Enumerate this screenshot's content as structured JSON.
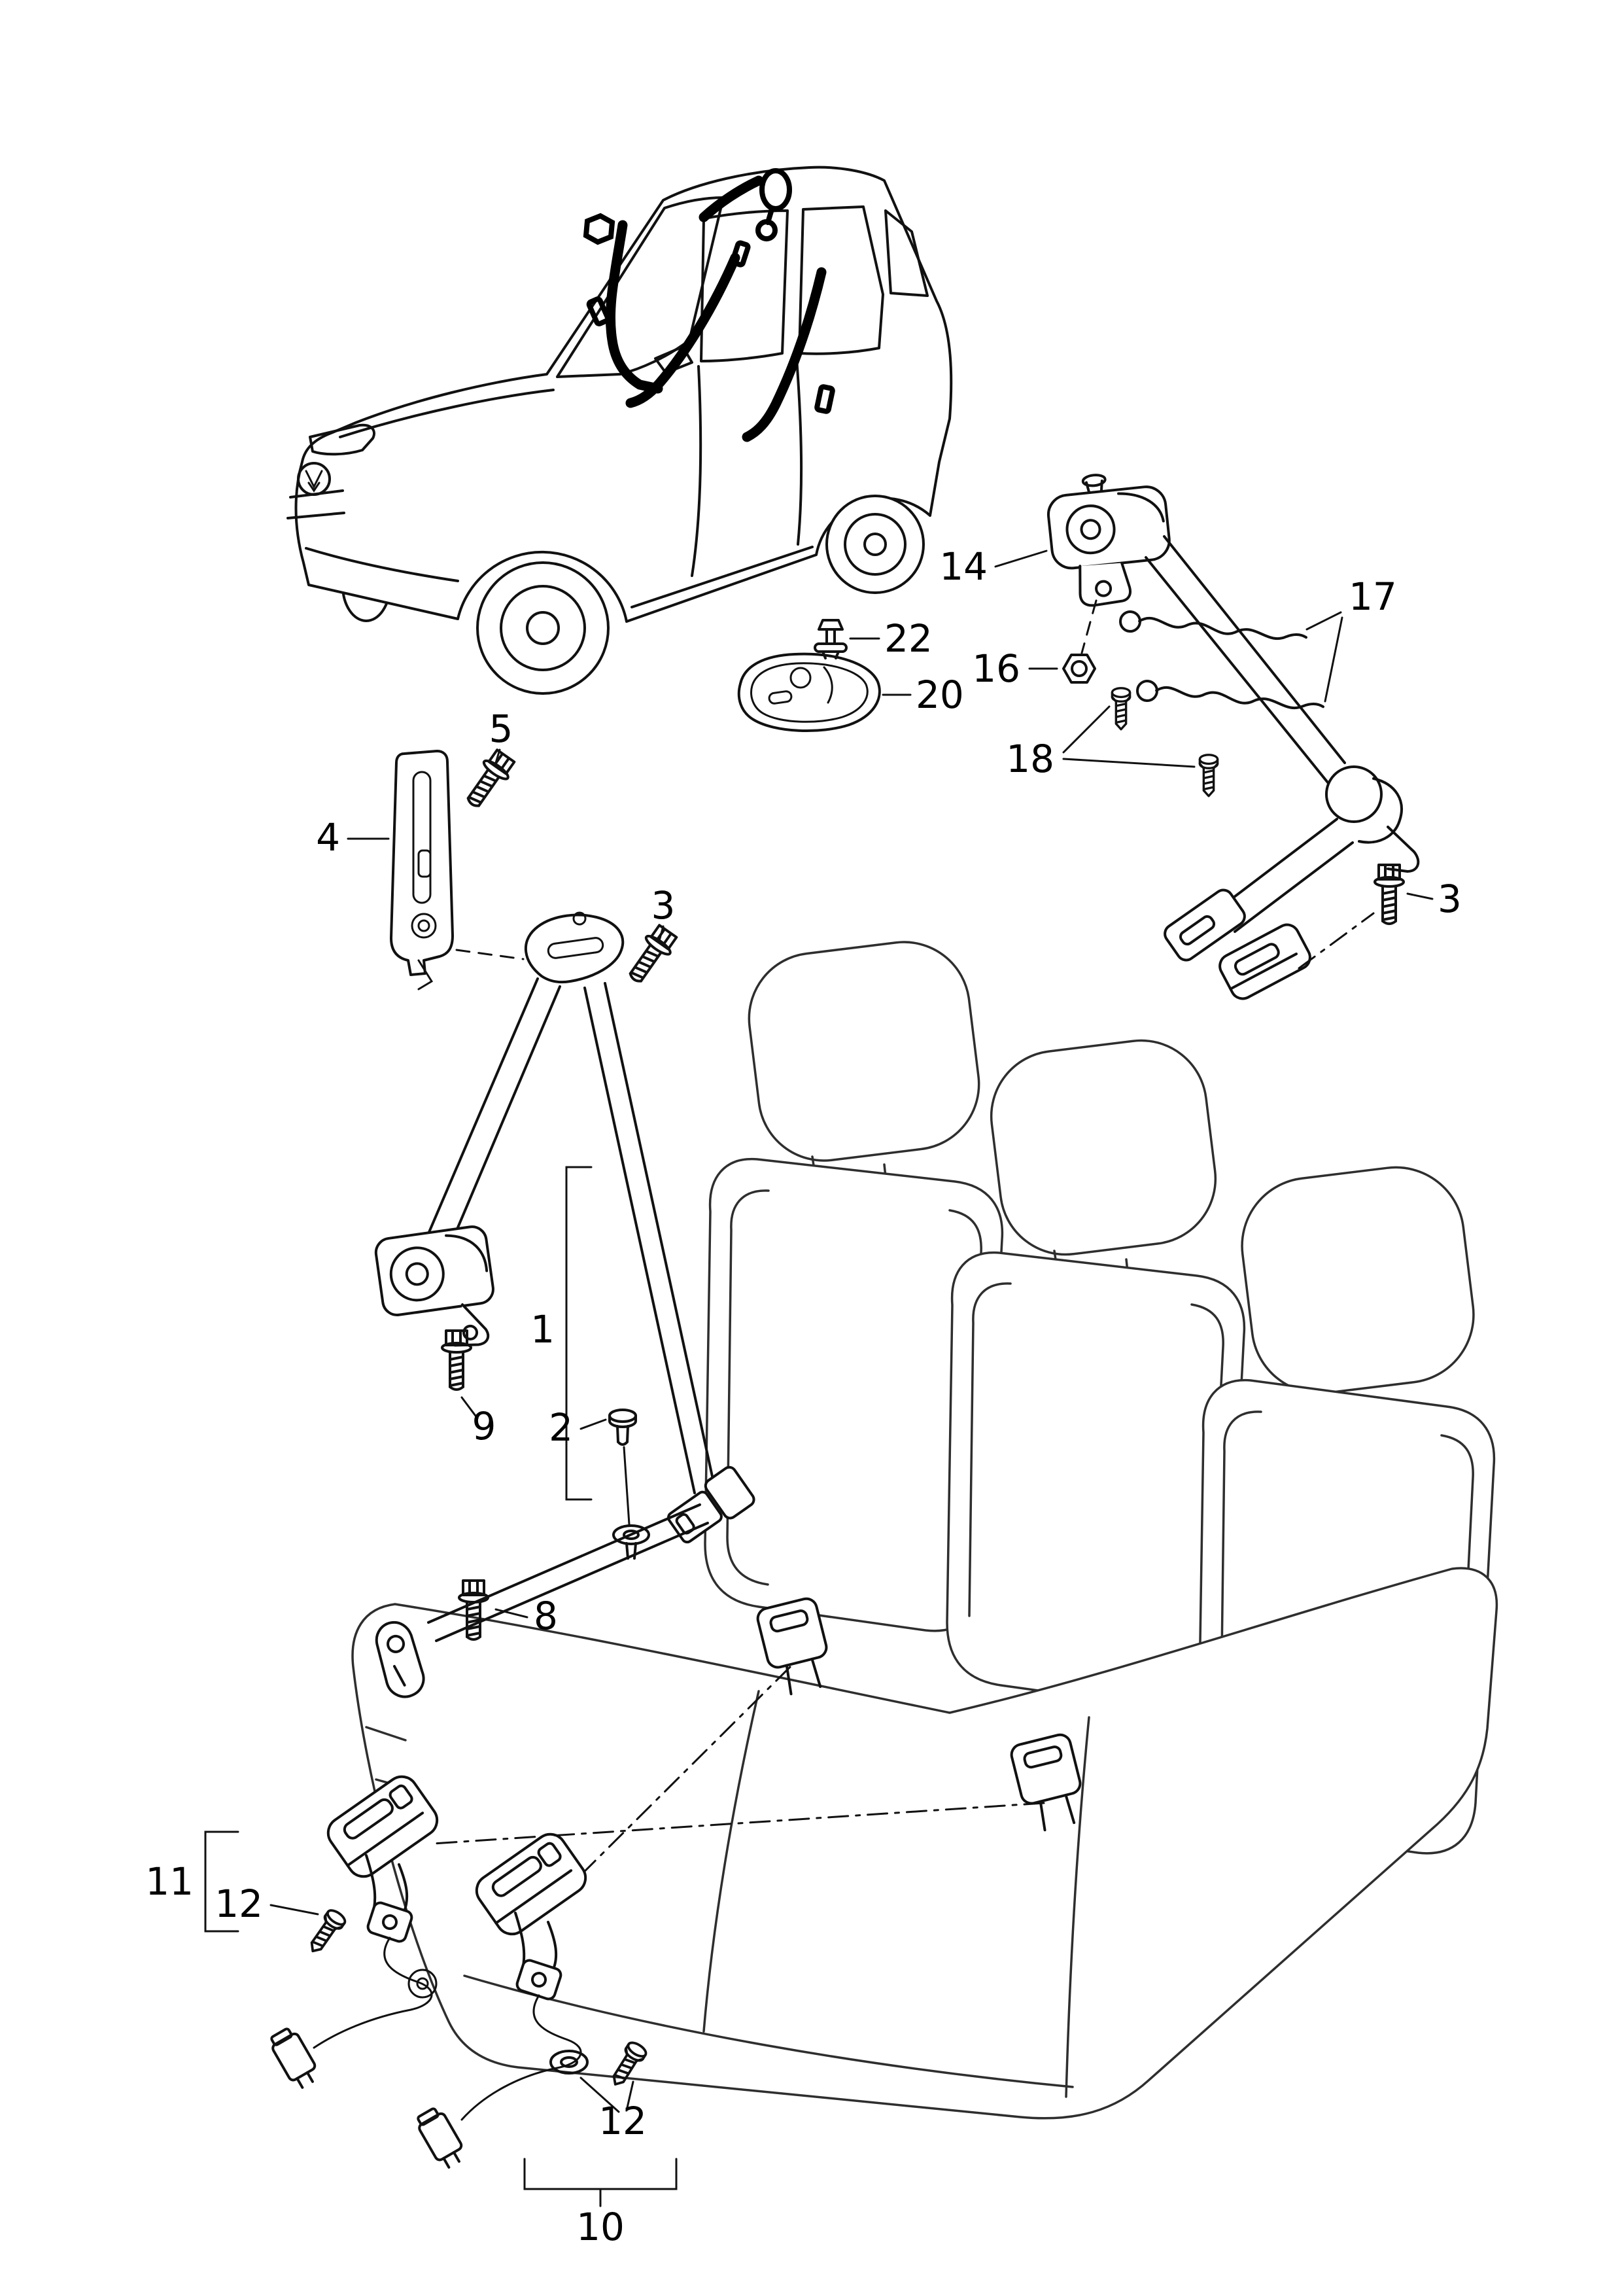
{
  "figure": {
    "kind": "exploded-parts-line-diagram",
    "background": "#ffffff"
  },
  "colors": {
    "ink": "#111111",
    "seat_line": "#2e2e2e",
    "belt_routing": "#000000"
  },
  "callouts": {
    "c1": {
      "label": "1"
    },
    "c2": {
      "label": "2"
    },
    "c3_upper": {
      "label": "3"
    },
    "c3_rear": {
      "label": "3"
    },
    "c4": {
      "label": "4"
    },
    "c5": {
      "label": "5"
    },
    "c8": {
      "label": "8"
    },
    "c9": {
      "label": "9"
    },
    "c10": {
      "label": "10"
    },
    "c11": {
      "label": "11"
    },
    "c12_left": {
      "label": "12"
    },
    "c12_right": {
      "label": "12"
    },
    "c14": {
      "label": "14"
    },
    "c16": {
      "label": "16"
    },
    "c17": {
      "label": "17"
    },
    "c18": {
      "label": "18"
    },
    "c20": {
      "label": "20"
    },
    "c22": {
      "label": "22"
    }
  }
}
